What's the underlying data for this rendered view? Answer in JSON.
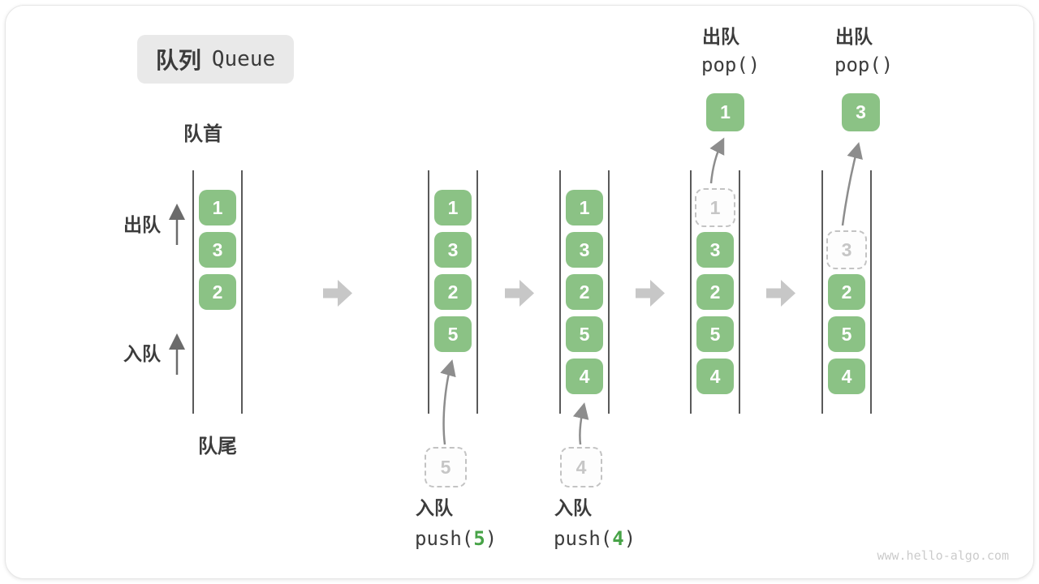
{
  "title": {
    "zh": "队列",
    "en": "Queue"
  },
  "labels": {
    "front": "队首",
    "rear": "队尾",
    "dequeue": "出队",
    "enqueue": "入队"
  },
  "states": [
    {
      "slots": [
        "1",
        "3",
        "2"
      ]
    },
    {
      "slots": [
        "1",
        "3",
        "2",
        "5"
      ]
    },
    {
      "slots": [
        "1",
        "3",
        "2",
        "5",
        "4"
      ]
    },
    {
      "slots": [
        "3",
        "2",
        "5",
        "4"
      ]
    },
    {
      "slots": [
        "2",
        "5",
        "4"
      ]
    }
  ],
  "push_ops": [
    {
      "label": "入队",
      "fn": "push(",
      "arg": "5",
      "close": ")"
    },
    {
      "label": "入队",
      "fn": "push(",
      "arg": "4",
      "close": ")"
    }
  ],
  "pop_ops": [
    {
      "label": "出队",
      "code": "pop()",
      "value": "1"
    },
    {
      "label": "出队",
      "code": "pop()",
      "value": "3"
    }
  ],
  "watermark": "www.hello-algo.com",
  "colors": {
    "tile_green": "#8bc285",
    "arg_green": "#47a347",
    "label_dark": "#3c3c3c",
    "ghost_gray": "#c6c6c6",
    "arrow_gray": "#8d8d8d",
    "block_arrow": "#c7c7c7"
  }
}
